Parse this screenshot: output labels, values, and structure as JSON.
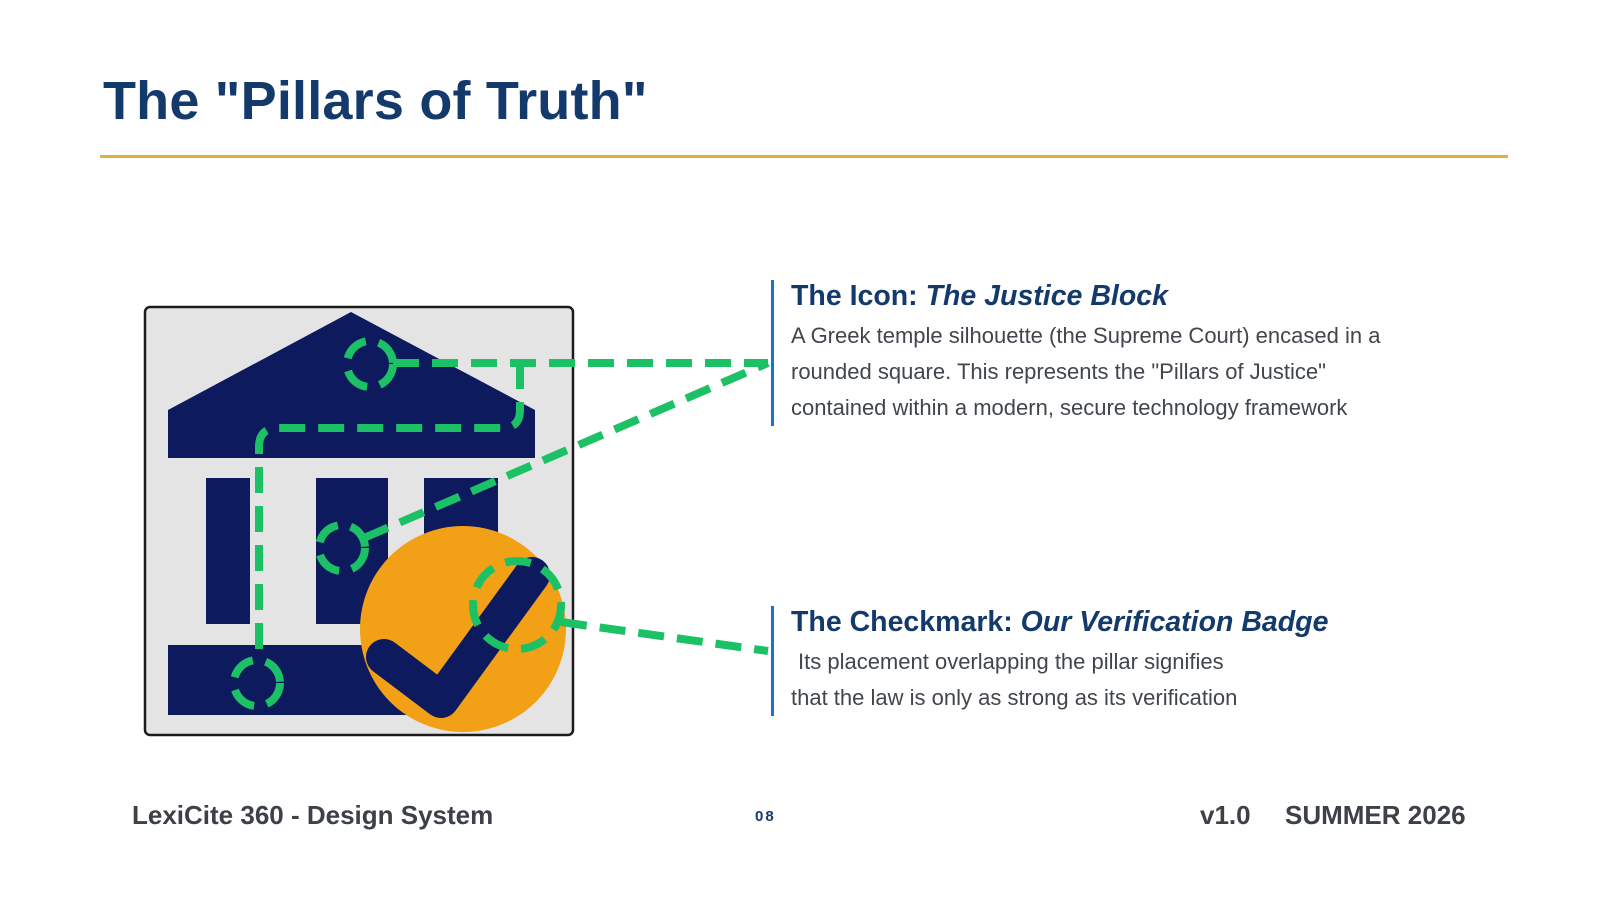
{
  "slide": {
    "title": "The \"Pillars of Truth\""
  },
  "callouts": [
    {
      "label_prefix": "The Icon: ",
      "label_emphasis": "The Justice Block",
      "lines": [
        "A Greek temple silhouette (the Supreme Court) encased in a",
        "rounded square. This represents the \"Pillars of Justice\"",
        "contained within a modern, secure technology framework"
      ]
    },
    {
      "label_prefix": "The Checkmark: ",
      "label_emphasis": "Our Verification Badge",
      "lines": [
        "Its placement overlapping the pillar signifies",
        "that the law is only as strong as its verification"
      ]
    }
  ],
  "footer": {
    "brand": "LexiCite 360 - Design System",
    "page_number": "08",
    "version": "v1.0",
    "season": "SUMMER 2026"
  },
  "colors": {
    "title": "#143a6b",
    "rule": "#e0ae3a",
    "navy": "#0d1a5e",
    "badge": "#f2a016",
    "leader": "#1dc165",
    "accent_bar": "#1a73c8",
    "panel": "#e4e4e4"
  },
  "icons": {
    "logo": "courthouse-icon",
    "badge": "checkmark-icon"
  }
}
